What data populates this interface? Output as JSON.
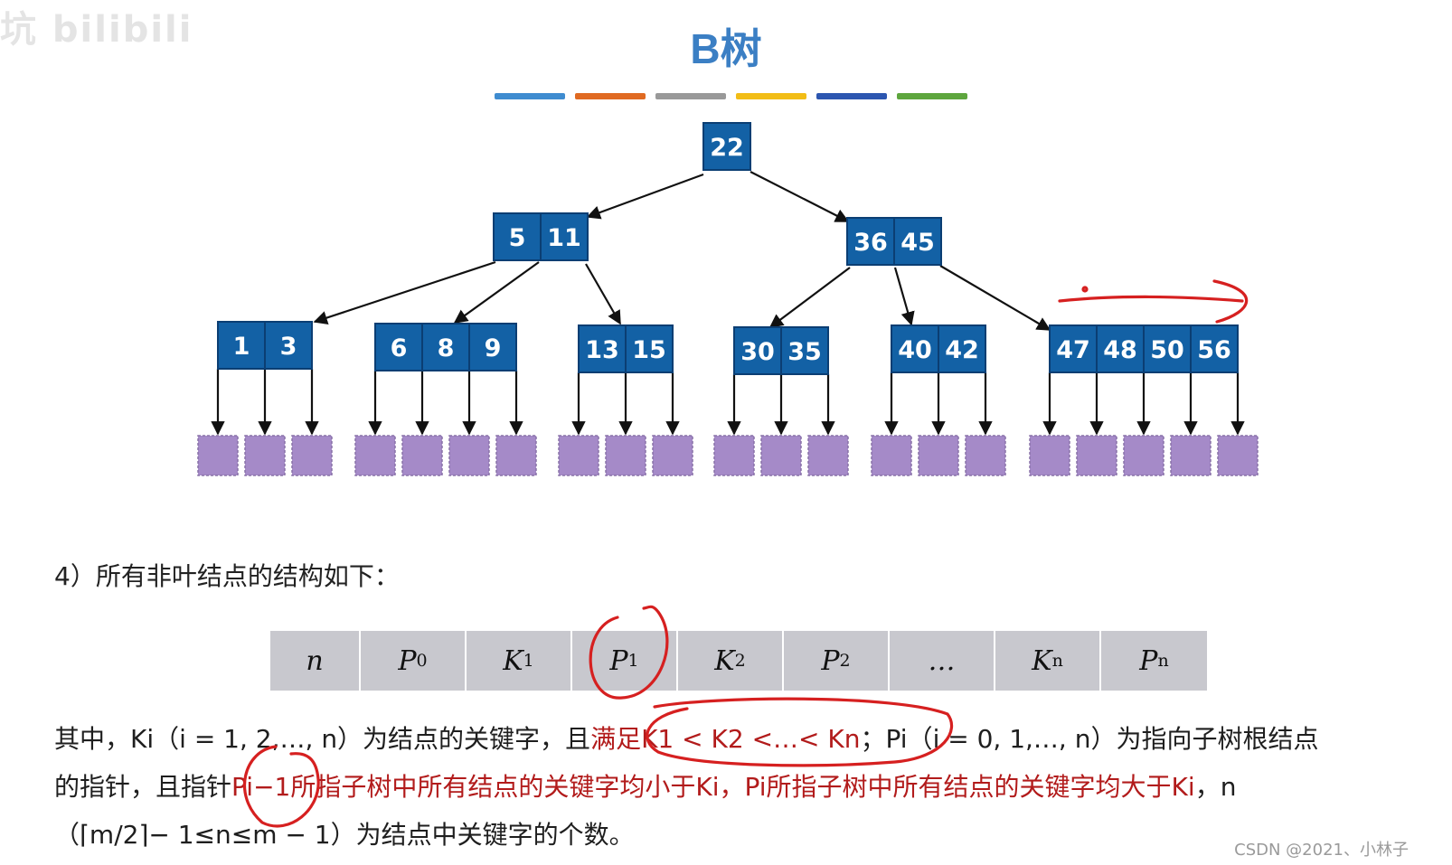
{
  "watermark": "坑 bilibili",
  "title": "B树",
  "accent_bars": [
    "#3f8cd0",
    "#e06a22",
    "#999999",
    "#f2bd16",
    "#2c56b0",
    "#5ea63e"
  ],
  "tree": {
    "root": [
      "22"
    ],
    "level1": [
      [
        "5",
        "11"
      ],
      [
        "36",
        "45"
      ]
    ],
    "leaves_parent_level": [
      [
        "1",
        "3"
      ],
      [
        "6",
        "8",
        "9"
      ],
      [
        "13",
        "15"
      ],
      [
        "30",
        "35"
      ],
      [
        "40",
        "42"
      ],
      [
        "47",
        "48",
        "50",
        "56"
      ]
    ],
    "leaf_color": "#a58ac8",
    "node_color": "#1361a5"
  },
  "point4": "4）所有非叶结点的结构如下：",
  "struct_table": [
    {
      "base": "n",
      "sub": ""
    },
    {
      "base": "P",
      "sub": "0"
    },
    {
      "base": "K",
      "sub": "1"
    },
    {
      "base": "P",
      "sub": "1"
    },
    {
      "base": "K",
      "sub": "2"
    },
    {
      "base": "P",
      "sub": "2"
    },
    {
      "base": "…",
      "sub": ""
    },
    {
      "base": "K",
      "sub": "n"
    },
    {
      "base": "P",
      "sub": "n"
    }
  ],
  "para": {
    "l1_a": "其中，Ki（i = 1, 2,…, n）为结点的关键字，且",
    "l1_red": "满足K1 < K2 <…< Kn",
    "l1_b": "；Pi（i = 0, 1,…, n）为指向子树根结点",
    "l2_a": "的指针，且指针",
    "l2_red": "Pi−1所指子树中所有结点的关键字均小于Ki，Pi所指子树中所有结点的关键字均大于Ki",
    "l2_b": "，n",
    "l3": "（⌈m/2⌉− 1≤n≤m − 1）为结点中关键字的个数。"
  },
  "credit": "CSDN @2021、小林子",
  "annotation_color": "#d62020"
}
